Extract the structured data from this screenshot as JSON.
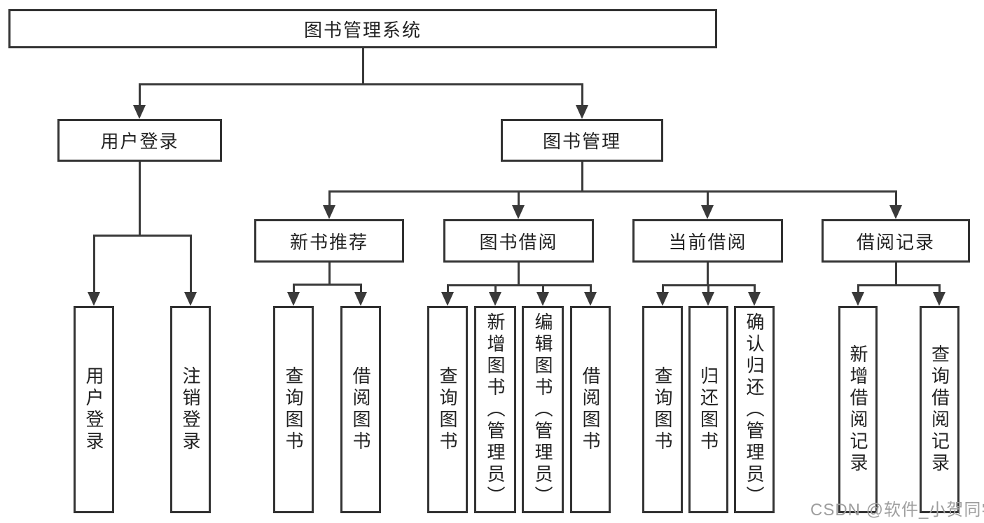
{
  "diagram": {
    "root": {
      "label": "图书管理系统"
    },
    "level1": [
      {
        "label": "用户登录"
      },
      {
        "label": "图书管理"
      }
    ],
    "level2": [
      {
        "label": "新书推荐"
      },
      {
        "label": "图书借阅"
      },
      {
        "label": "当前借阅"
      },
      {
        "label": "借阅记录"
      }
    ],
    "leaves": [
      {
        "label": "用户登录"
      },
      {
        "label": "注销登录"
      },
      {
        "label": "查询图书"
      },
      {
        "label": "借阅图书"
      },
      {
        "label": "查询图书"
      },
      {
        "label": "新增图书（管理员）"
      },
      {
        "label": "编辑图书（管理员）"
      },
      {
        "label": "借阅图书"
      },
      {
        "label": "查询图书"
      },
      {
        "label": "归还图书"
      },
      {
        "label": "确认归还（管理员）"
      },
      {
        "label": "新增借阅记录"
      },
      {
        "label": "查询借阅记录"
      }
    ]
  },
  "watermark": {
    "text": "CSDN @软件_小贺同学"
  },
  "colors": {
    "line": "#3a3a3a",
    "border": "#333333",
    "text": "#222222",
    "watermark": "#9e9e9e",
    "bg": "#ffffff"
  }
}
